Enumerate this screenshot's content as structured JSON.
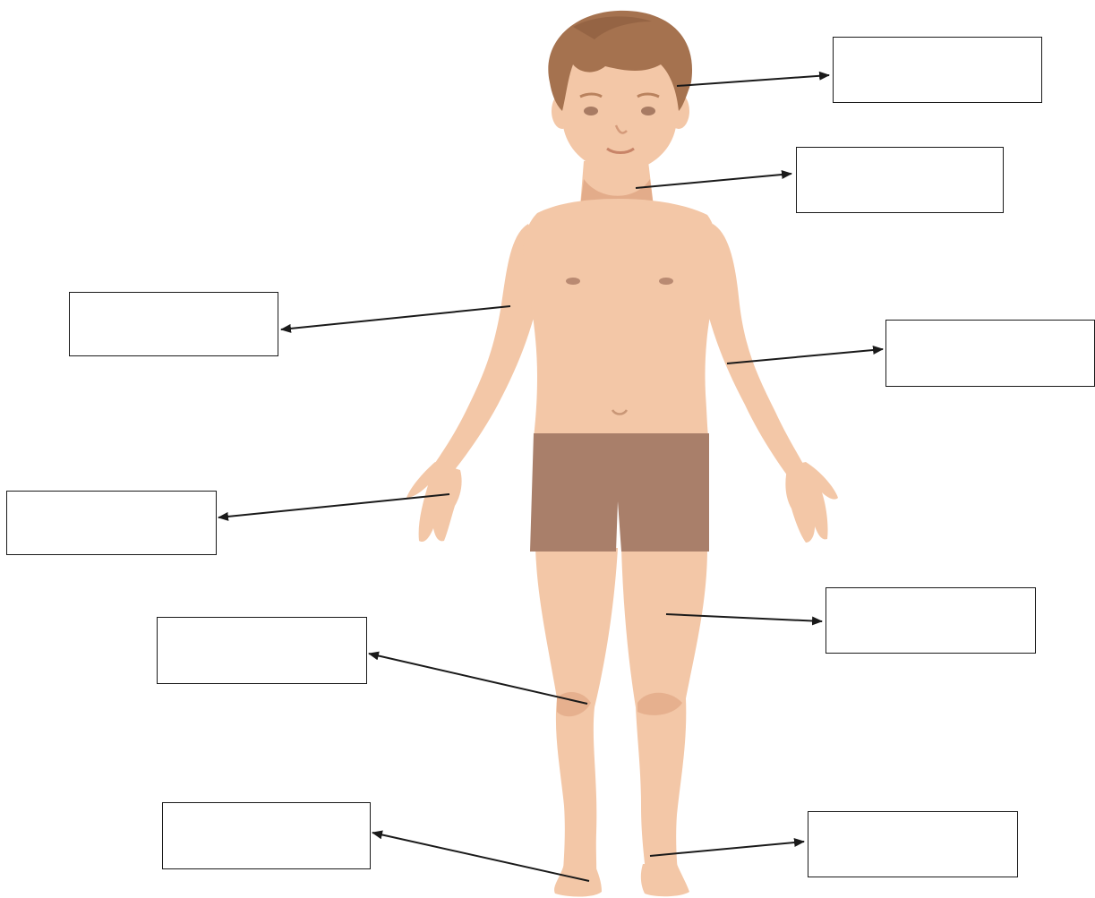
{
  "colors": {
    "skin": "#f3c7a7",
    "skin_shade": "#e8b08c",
    "skin_dark": "#d99a76",
    "hair": "#a5724f",
    "hair_dark": "#8a5c3e",
    "shorts": "#a97f6a",
    "shorts_dark": "#946a56",
    "feature": "#b98a72",
    "arrow": "#1a1a1a",
    "box_border": "#1a1a1a"
  },
  "figure": {
    "subject": "child-body-front-view"
  },
  "labels": [
    {
      "id": "head",
      "text": ""
    },
    {
      "id": "neck",
      "text": ""
    },
    {
      "id": "shoulder",
      "text": ""
    },
    {
      "id": "arm",
      "text": ""
    },
    {
      "id": "hand",
      "text": ""
    },
    {
      "id": "knee",
      "text": ""
    },
    {
      "id": "thigh",
      "text": ""
    },
    {
      "id": "heel",
      "text": ""
    },
    {
      "id": "foot",
      "text": ""
    }
  ]
}
